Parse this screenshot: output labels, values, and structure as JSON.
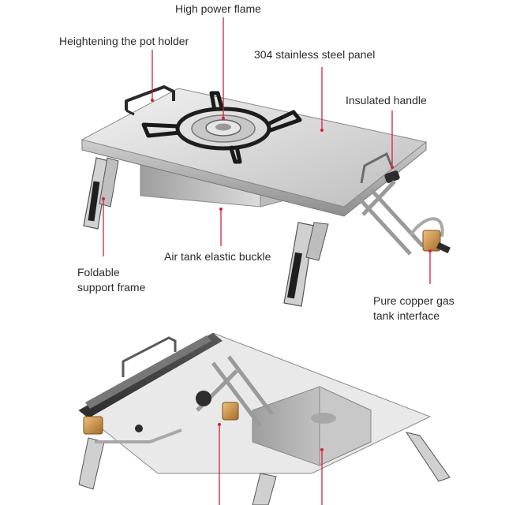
{
  "labels": {
    "high_power_flame": "High power flame",
    "pot_holder": "Heightening the pot holder",
    "steel_panel": "304 stainless steel panel",
    "insulated_handle": "Insulated handle",
    "foldable_frame": [
      "Foldable",
      "support frame"
    ],
    "air_tank_buckle": "Air tank elastic buckle",
    "copper_gas": [
      "Pure copper gas",
      "tank interface"
    ]
  },
  "colors": {
    "callout_line": "#d4233a",
    "text": "#2b2b2b"
  }
}
